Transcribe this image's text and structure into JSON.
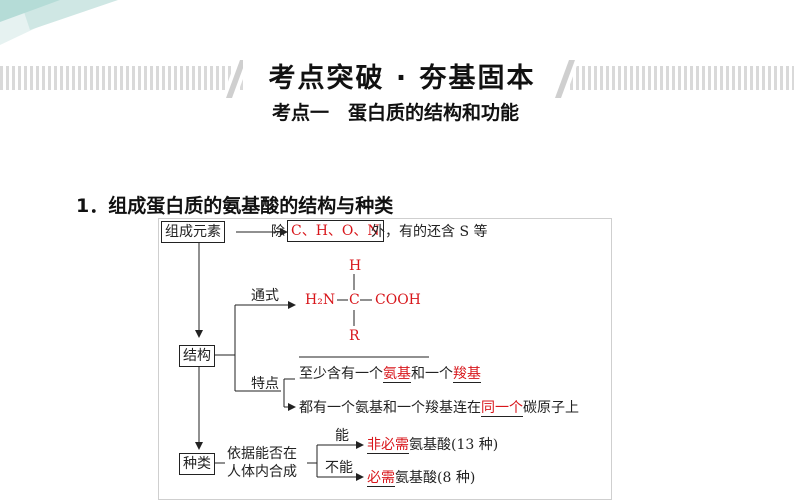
{
  "header": {
    "banner_title": "考点突破 · 夯基固本",
    "subtitle": "考点一　蛋白质的结构和功能"
  },
  "section": {
    "heading": "1．组成蛋白质的氨基酸的结构与种类"
  },
  "diagram": {
    "composition": {
      "label": "组成元素",
      "prefix": "除",
      "elements": "C、H、O、N",
      "suffix": "外，有的还含 S 等"
    },
    "structure": {
      "label": "结构",
      "general_formula": {
        "branch_label": "通式",
        "H_top": "H",
        "h2n": "H₂N",
        "carbon": "C",
        "cooh": "COOH",
        "R": "R"
      },
      "features": {
        "branch_label": "特点",
        "line1_a": "至少含有一个",
        "line1_b": "氨基",
        "line1_c": "和一个",
        "line1_d": "羧基",
        "line2_a": "都有一个氨基和一个羧基连在",
        "line2_b": "同一个",
        "line2_c": "碳原子上"
      }
    },
    "types": {
      "label": "种类",
      "criterion_line1": "依据能否在",
      "criterion_line2": "人体内合成",
      "can_label": "能",
      "cannot_label": "不能",
      "nonessential": "非必需",
      "nonessential_suffix": "氨基酸(13 种)",
      "essential": "必需",
      "essential_suffix": "氨基酸(8 种)"
    }
  },
  "colors": {
    "answer_red": "#d8161b",
    "teal_decoration": "#1a9e8f",
    "stripe_gray": "#d9d9d9"
  }
}
